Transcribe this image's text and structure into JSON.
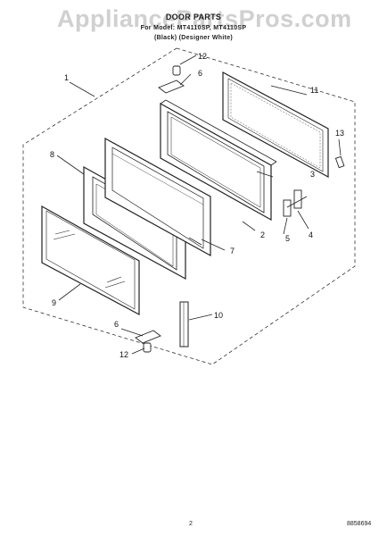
{
  "watermark": "AppliancePartsPros.com",
  "header": {
    "title": "DOOR PARTS",
    "model_line": "For Model: MT4110SP, MT4110SP",
    "color_line": "(Black)  (Designer White)"
  },
  "callouts": [
    "1",
    "2",
    "3",
    "4",
    "5",
    "6",
    "6",
    "7",
    "8",
    "9",
    "10",
    "11",
    "12",
    "12",
    "13"
  ],
  "footer": {
    "page_number": "2",
    "diagram_id": "8858694"
  }
}
